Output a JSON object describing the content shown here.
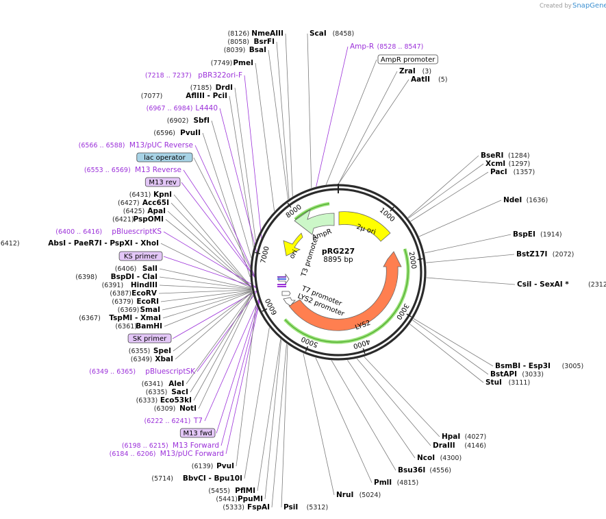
{
  "credit": {
    "prefix": "Created by",
    "brand": "SnapGene"
  },
  "plasmid": {
    "name": "pRG227",
    "size": "8895 bp",
    "length": 8895
  },
  "ticks": [
    "1000",
    "2000",
    "3000",
    "4000",
    "5000",
    "6000",
    "7000",
    "8000"
  ],
  "features": [
    {
      "label": "2μ ori",
      "color": "#ffff00"
    },
    {
      "label": "AmpR",
      "color": "#ccf7c8"
    },
    {
      "label": "ori",
      "color": "#ffff00"
    },
    {
      "label": "LYS2",
      "color": "#ff7f50"
    },
    {
      "label": "T3 promoter",
      "color": "#ffffff"
    },
    {
      "label": "T7 promoter",
      "color": "#ffffff"
    },
    {
      "label": "LYS2 promoter",
      "color": "#ffffff"
    }
  ],
  "left_labels": [
    {
      "text": "NmeAIII",
      "pos": "(8126)",
      "kind": "site"
    },
    {
      "text": "BsrFI",
      "pos": "(8058)",
      "kind": "site"
    },
    {
      "text": "BsaI",
      "pos": "(8039)",
      "kind": "site"
    },
    {
      "text": "PmeI",
      "pos": "(7749)",
      "kind": "site"
    },
    {
      "text": "pBR322ori-F",
      "pos": "(7218 .. 7237)",
      "kind": "primer"
    },
    {
      "text": "DrdI",
      "pos": "(7185)",
      "kind": "site"
    },
    {
      "text": "AflIII  - PciI",
      "pos": "(7077)",
      "kind": "site"
    },
    {
      "text": "L4440",
      "pos": "(6967 .. 6984)",
      "kind": "primer"
    },
    {
      "text": "SbfI",
      "pos": "(6902)",
      "kind": "site"
    },
    {
      "text": "PvuII",
      "pos": "(6596)",
      "kind": "site"
    },
    {
      "text": "M13/pUC Reverse",
      "pos": "(6566 .. 6588)",
      "kind": "primer"
    },
    {
      "text": "lac operator",
      "pos": "",
      "kind": "boxblue"
    },
    {
      "text": "M13 Reverse",
      "pos": "(6553 .. 6569)",
      "kind": "primer"
    },
    {
      "text": "M13 rev",
      "pos": "",
      "kind": "boxpurple"
    },
    {
      "text": "KpnI",
      "pos": "(6431)",
      "kind": "site"
    },
    {
      "text": "Acc65I",
      "pos": "(6427)",
      "kind": "site"
    },
    {
      "text": "ApaI",
      "pos": "(6425)",
      "kind": "site"
    },
    {
      "text": "PspOMI",
      "pos": "(6421)",
      "kind": "site"
    },
    {
      "text": "pBluescriptKS",
      "pos": "(6400 .. 6416)",
      "kind": "primer"
    },
    {
      "text": "AbsI  - PaeR7I  - PspXI  - XhoI",
      "pos": "(6412)",
      "kind": "site"
    },
    {
      "text": "KS primer",
      "pos": "",
      "kind": "boxpurple"
    },
    {
      "text": "SalI",
      "pos": "(6406)",
      "kind": "site"
    },
    {
      "text": "BspDI  - ClaI",
      "pos": "(6398)",
      "kind": "site"
    },
    {
      "text": "HindIII",
      "pos": "(6391)",
      "kind": "site"
    },
    {
      "text": "EcoRV",
      "pos": "(6387)",
      "kind": "site"
    },
    {
      "text": "EcoRI",
      "pos": "(6379)",
      "kind": "site"
    },
    {
      "text": "SmaI",
      "pos": "(6369)",
      "kind": "site"
    },
    {
      "text": "TspMI  - XmaI",
      "pos": "(6367)",
      "kind": "site"
    },
    {
      "text": "BamHI",
      "pos": "(6361)",
      "kind": "site"
    },
    {
      "text": "SK primer",
      "pos": "",
      "kind": "boxpurple"
    },
    {
      "text": "SpeI",
      "pos": "(6355)",
      "kind": "site"
    },
    {
      "text": "XbaI",
      "pos": "(6349)",
      "kind": "site"
    },
    {
      "text": "pBluescriptSK",
      "pos": "(6349 .. 6365)",
      "kind": "primer"
    },
    {
      "text": "AleI",
      "pos": "(6341)",
      "kind": "site"
    },
    {
      "text": "SacI",
      "pos": "(6335)",
      "kind": "site"
    },
    {
      "text": "Eco53kI",
      "pos": "(6333)",
      "kind": "site"
    },
    {
      "text": "NotI",
      "pos": "(6309)",
      "kind": "site"
    },
    {
      "text": "T7",
      "pos": "(6222 .. 6241)",
      "kind": "primer"
    },
    {
      "text": "M13 fwd",
      "pos": "",
      "kind": "boxpurple"
    },
    {
      "text": "M13 Forward",
      "pos": "(6198 .. 6215)",
      "kind": "primer"
    },
    {
      "text": "M13/pUC Forward",
      "pos": "(6184 .. 6206)",
      "kind": "primer"
    },
    {
      "text": "PvuI",
      "pos": "(6139)",
      "kind": "site"
    },
    {
      "text": "BbvCI  - Bpu10I",
      "pos": "(5714)",
      "kind": "site"
    },
    {
      "text": "PflMI",
      "pos": "(5455)",
      "kind": "site"
    },
    {
      "text": "PpuMI",
      "pos": "(5441)",
      "kind": "site"
    },
    {
      "text": "FspAI",
      "pos": "(5333)",
      "kind": "site"
    }
  ],
  "right_labels": [
    {
      "text": "ScaI",
      "pos": "(8458)",
      "kind": "site"
    },
    {
      "text": "Amp-R",
      "pos": "(8528 .. 8547)",
      "kind": "primer"
    },
    {
      "text": "AmpR promoter",
      "pos": "",
      "kind": "boxwhite"
    },
    {
      "text": "ZraI",
      "pos": "(3)",
      "kind": "site"
    },
    {
      "text": "AatII",
      "pos": "(5)",
      "kind": "site"
    },
    {
      "text": "BseRI",
      "pos": "(1284)",
      "kind": "site"
    },
    {
      "text": "XcmI",
      "pos": "(1297)",
      "kind": "site"
    },
    {
      "text": "PacI",
      "pos": "(1357)",
      "kind": "site"
    },
    {
      "text": "NdeI",
      "pos": "(1636)",
      "kind": "site"
    },
    {
      "text": "BspEI",
      "pos": "(1914)",
      "kind": "site"
    },
    {
      "text": "BstZ17I",
      "pos": "(2072)",
      "kind": "site"
    },
    {
      "text": "CsiI  - SexAI *",
      "pos": "(2312)",
      "kind": "site"
    },
    {
      "text": "BsmBI  - Esp3I",
      "pos": "(3005)",
      "kind": "site"
    },
    {
      "text": "BstAPI",
      "pos": "(3033)",
      "kind": "site"
    },
    {
      "text": "StuI",
      "pos": "(3111)",
      "kind": "site"
    },
    {
      "text": "HpaI",
      "pos": "(4027)",
      "kind": "site"
    },
    {
      "text": "DraIII",
      "pos": "(4146)",
      "kind": "site"
    },
    {
      "text": "NcoI",
      "pos": "(4300)",
      "kind": "site"
    },
    {
      "text": "Bsu36I",
      "pos": "(4556)",
      "kind": "site"
    },
    {
      "text": "PmlI",
      "pos": "(4815)",
      "kind": "site"
    },
    {
      "text": "NruI",
      "pos": "(5024)",
      "kind": "site"
    },
    {
      "text": "PsiI",
      "pos": "(5312)",
      "kind": "site"
    }
  ],
  "colors": {
    "primer": "#9b30d9",
    "box_purple": "#e3c7f7",
    "box_blue": "#a7d3e6",
    "line": "#7a7a7a"
  }
}
